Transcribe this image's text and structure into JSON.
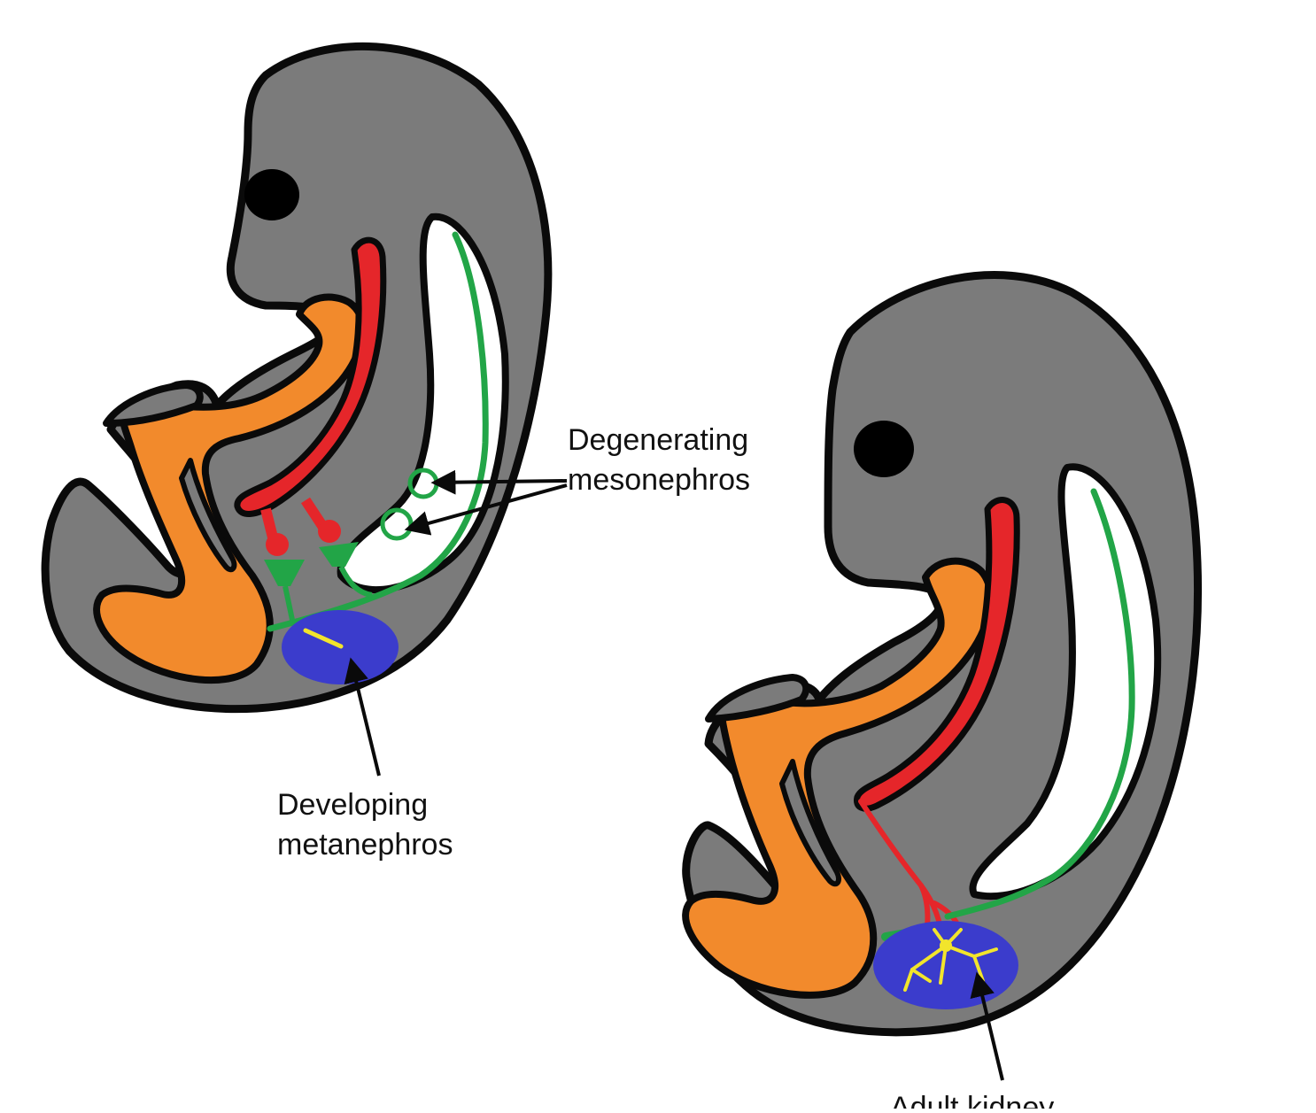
{
  "labels": {
    "degenerating_line1": "Degenerating",
    "degenerating_line2": "mesonephros",
    "developing_line1": "Developing",
    "developing_line2": "metanephros",
    "adult_kidney": "Adult kidney"
  },
  "colors": {
    "body": "#7b7b7b",
    "outline": "#0a0a0a",
    "background": "#ffffff",
    "hindgut": "#f28a2c",
    "aorta": "#e5262a",
    "duct": "#22a547",
    "metanephros": "#3b3ccc",
    "ureteric_bud": "#f2e52c",
    "eye": "#000000"
  }
}
